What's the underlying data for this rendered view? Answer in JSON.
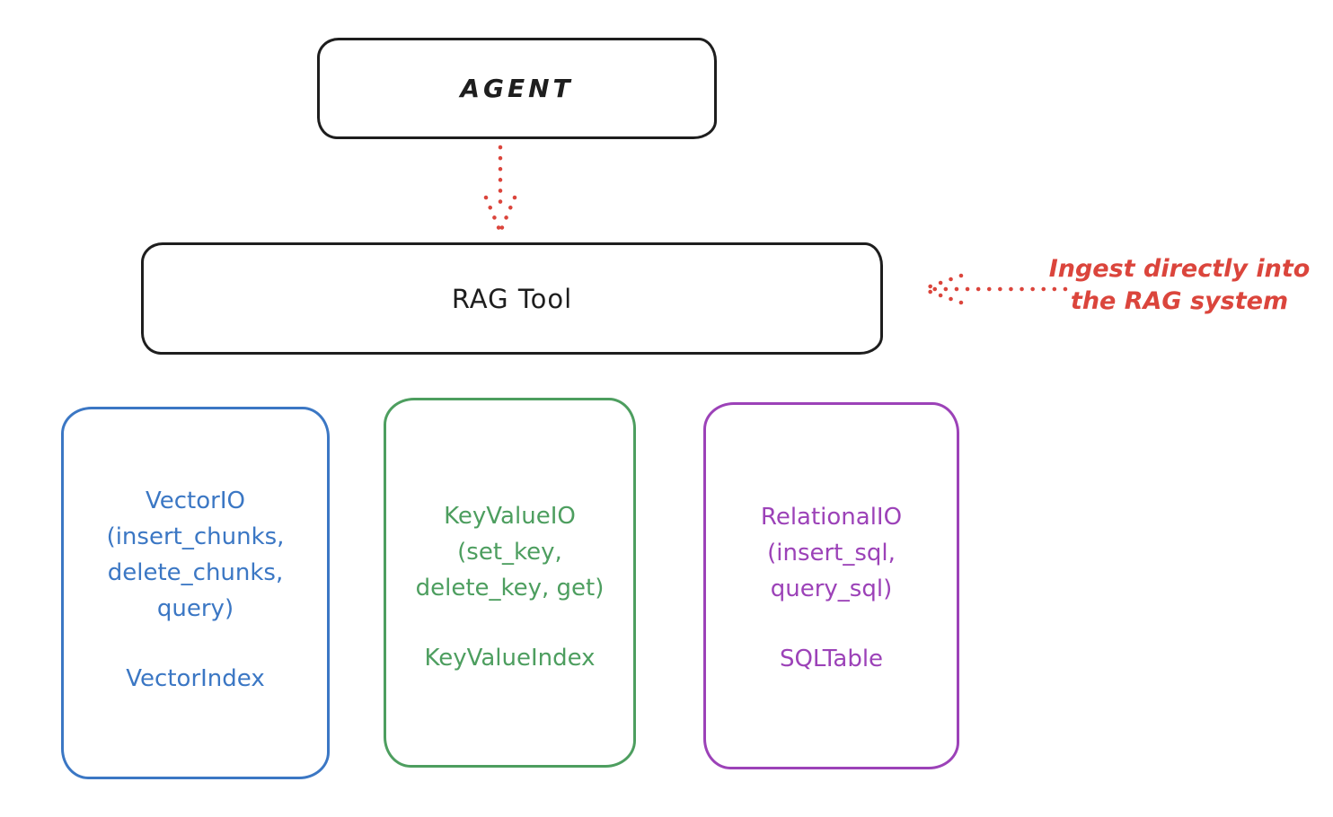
{
  "colors": {
    "ink": "#1e1e1e",
    "red": "#db453c",
    "blue": "#3b77c4",
    "green": "#4d9e5f",
    "purple": "#9c42b8"
  },
  "agent": {
    "label": "AGENT"
  },
  "rag_tool": {
    "label": "RAG Tool"
  },
  "annotation": {
    "line1": "Ingest directly into",
    "line2": "the RAG system"
  },
  "backends": {
    "vector": {
      "title_lines": [
        "VectorIO",
        "(insert_chunks,",
        "delete_chunks,",
        "query)"
      ],
      "index": "VectorIndex",
      "color": "#3b77c4"
    },
    "keyvalue": {
      "title_lines": [
        "KeyValueIO",
        "(set_key,",
        "delete_key, get)"
      ],
      "index": "KeyValueIndex",
      "color": "#4d9e5f"
    },
    "relational": {
      "title_lines": [
        "RelationalIO",
        "(insert_sql,",
        "query_sql)"
      ],
      "index": "SQLTable",
      "color": "#9c42b8"
    }
  }
}
